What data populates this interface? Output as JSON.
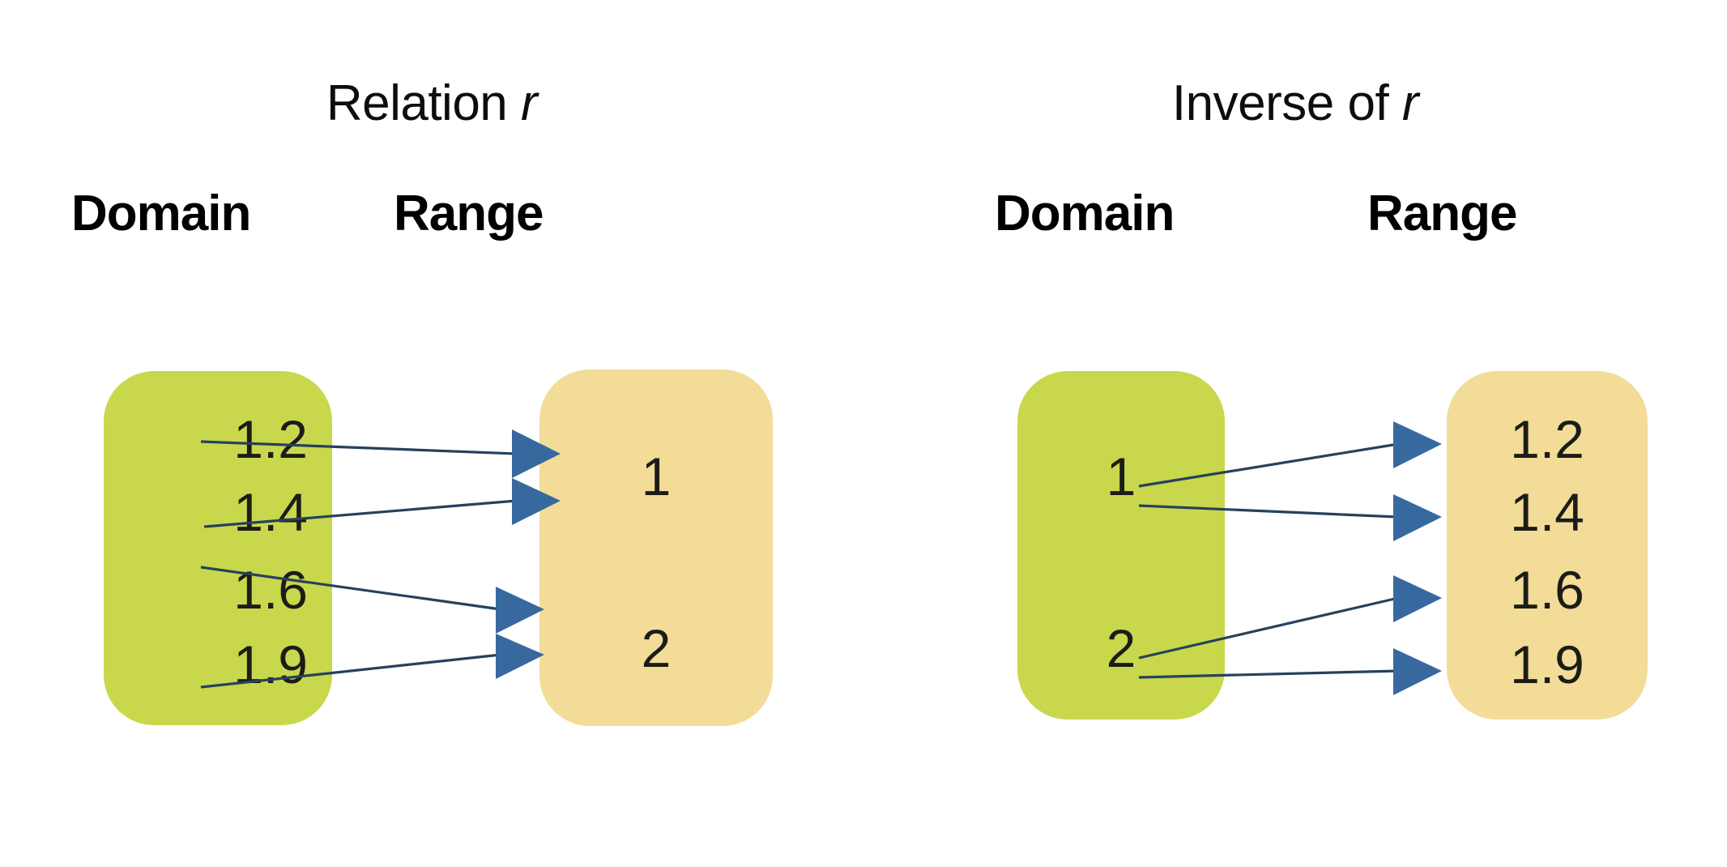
{
  "diagram": {
    "title_left_main": "Relation ",
    "title_left_var": "r",
    "title_right_main": "Inverse of ",
    "title_right_var": "r",
    "colors": {
      "domain_box": "#c9d74c",
      "range_box": "#f2dc97",
      "arrow_head": "#37699f",
      "arrow_line": "#26415c",
      "text": "#1c1c17",
      "background": "#ffffff"
    }
  },
  "left_panel": {
    "title": "Relation r",
    "domain_label": "Domain",
    "range_label": "Range",
    "domain_values": [
      "1.2",
      "1.4",
      "1.6",
      "1.9"
    ],
    "range_values": [
      "1",
      "2"
    ],
    "mappings": [
      {
        "from": "1.2",
        "to": "1"
      },
      {
        "from": "1.4",
        "to": "1"
      },
      {
        "from": "1.6",
        "to": "2"
      },
      {
        "from": "1.9",
        "to": "2"
      }
    ]
  },
  "right_panel": {
    "title": "Inverse of r",
    "domain_label": "Domain",
    "range_label": "Range",
    "domain_values": [
      "1",
      "2"
    ],
    "range_values": [
      "1.2",
      "1.4",
      "1.6",
      "1.9"
    ],
    "mappings": [
      {
        "from": "1",
        "to": "1.2"
      },
      {
        "from": "1",
        "to": "1.4"
      },
      {
        "from": "2",
        "to": "1.6"
      },
      {
        "from": "2",
        "to": "1.9"
      }
    ]
  }
}
